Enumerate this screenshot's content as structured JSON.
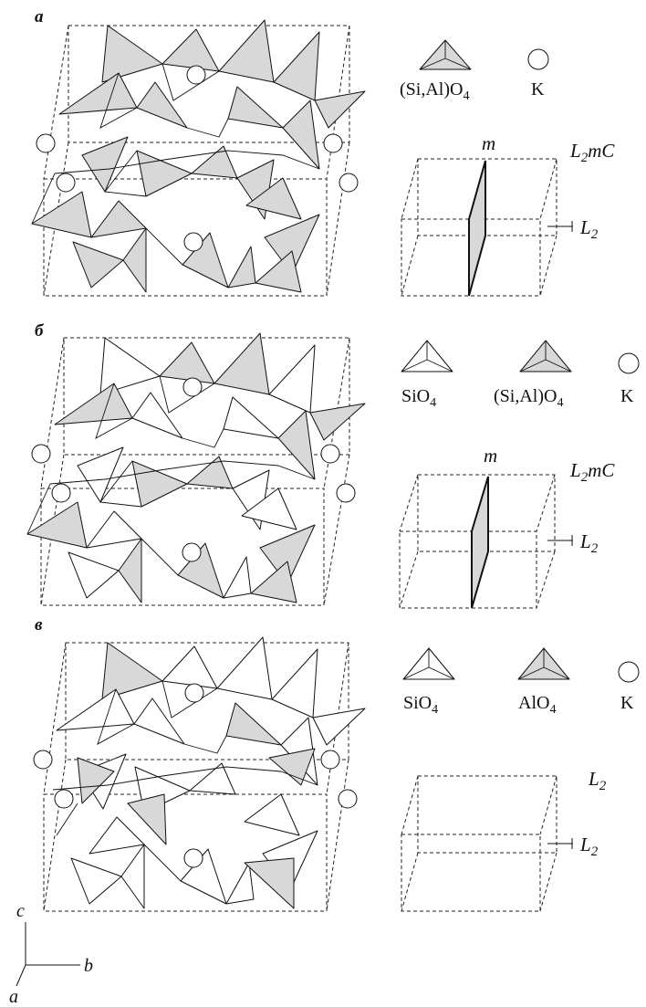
{
  "panels": [
    {
      "letter": "а",
      "legend": [
        {
          "label": "(Si,Al)O",
          "sub": "4",
          "icon": "shaded-tetrahedron-icon"
        },
        {
          "label": "K",
          "sub": "",
          "icon": "circle-icon"
        }
      ],
      "symmetry": {
        "main": "L",
        "sub": "2",
        "rest": "mC"
      },
      "mirror_label": "m",
      "axis_label": {
        "main": "L",
        "sub": "2"
      },
      "has_mirror": true
    },
    {
      "letter": "б",
      "legend": [
        {
          "label": "SiO",
          "sub": "4",
          "icon": "open-tetrahedron-icon"
        },
        {
          "label": "(Si,Al)O",
          "sub": "4",
          "icon": "shaded-tetrahedron-icon"
        },
        {
          "label": "K",
          "sub": "",
          "icon": "circle-icon"
        }
      ],
      "symmetry": {
        "main": "L",
        "sub": "2",
        "rest": "mC"
      },
      "mirror_label": "m",
      "axis_label": {
        "main": "L",
        "sub": "2"
      },
      "has_mirror": true
    },
    {
      "letter": "в",
      "legend": [
        {
          "label": "SiO",
          "sub": "4",
          "icon": "open-tetrahedron-icon"
        },
        {
          "label": "AlO",
          "sub": "4",
          "icon": "shaded-tetrahedron-icon"
        },
        {
          "label": "K",
          "sub": "",
          "icon": "circle-icon"
        }
      ],
      "symmetry": {
        "main": "L",
        "sub": "2",
        "rest": ""
      },
      "mirror_label": "",
      "axis_label": {
        "main": "L",
        "sub": "2"
      },
      "has_mirror": false
    }
  ],
  "axes": {
    "c": "c",
    "b": "b",
    "a": "a"
  },
  "colors": {
    "shade": "#d8d8d8",
    "line": "#111111",
    "open": "#ffffff"
  }
}
